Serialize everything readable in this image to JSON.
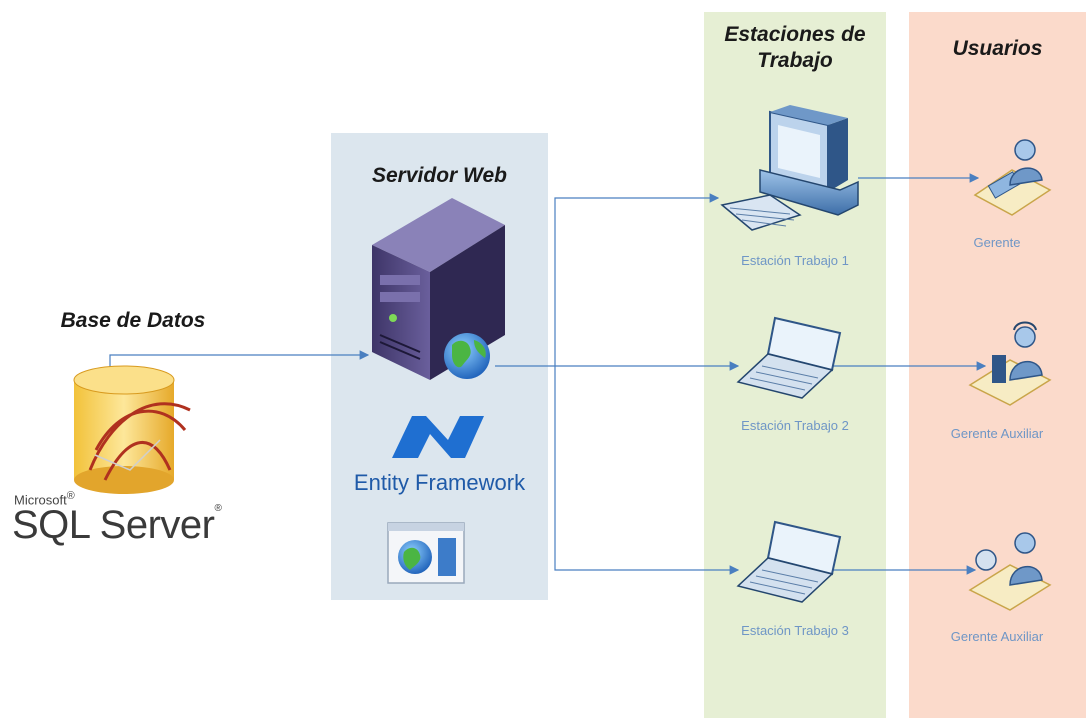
{
  "headings": {
    "database": "Base de Datos",
    "server": "Servidor Web",
    "stations_line1": "Estaciones de",
    "stations_line2": "Trabajo",
    "users": "Usuarios"
  },
  "workstations": [
    {
      "label": "Estación Trabajo 1"
    },
    {
      "label": "Estación Trabajo 2"
    },
    {
      "label": "Estación Trabajo 3"
    }
  ],
  "users": [
    {
      "label": "Gerente"
    },
    {
      "label": "Gerente Auxiliar"
    },
    {
      "label": "Gerente Auxiliar"
    }
  ],
  "logos": {
    "ms_brand": "Microsoft",
    "sql_server": "SQL Server",
    "entity_framework": "Entity Framework"
  },
  "colors": {
    "server_panel": "#dce6ee",
    "stations_panel": "#e6efd4",
    "users_panel": "#fbdacb",
    "connector": "#4a7fc0",
    "label_blue": "#6f96c6"
  },
  "icons": [
    "database-icon",
    "server-tower-icon",
    "globe-icon",
    "entity-framework-logo",
    "web-app-icon",
    "desktop-computer-icon",
    "laptop-icon",
    "user-at-desk-icon",
    "user-headset-icon",
    "user-phone-icon"
  ]
}
